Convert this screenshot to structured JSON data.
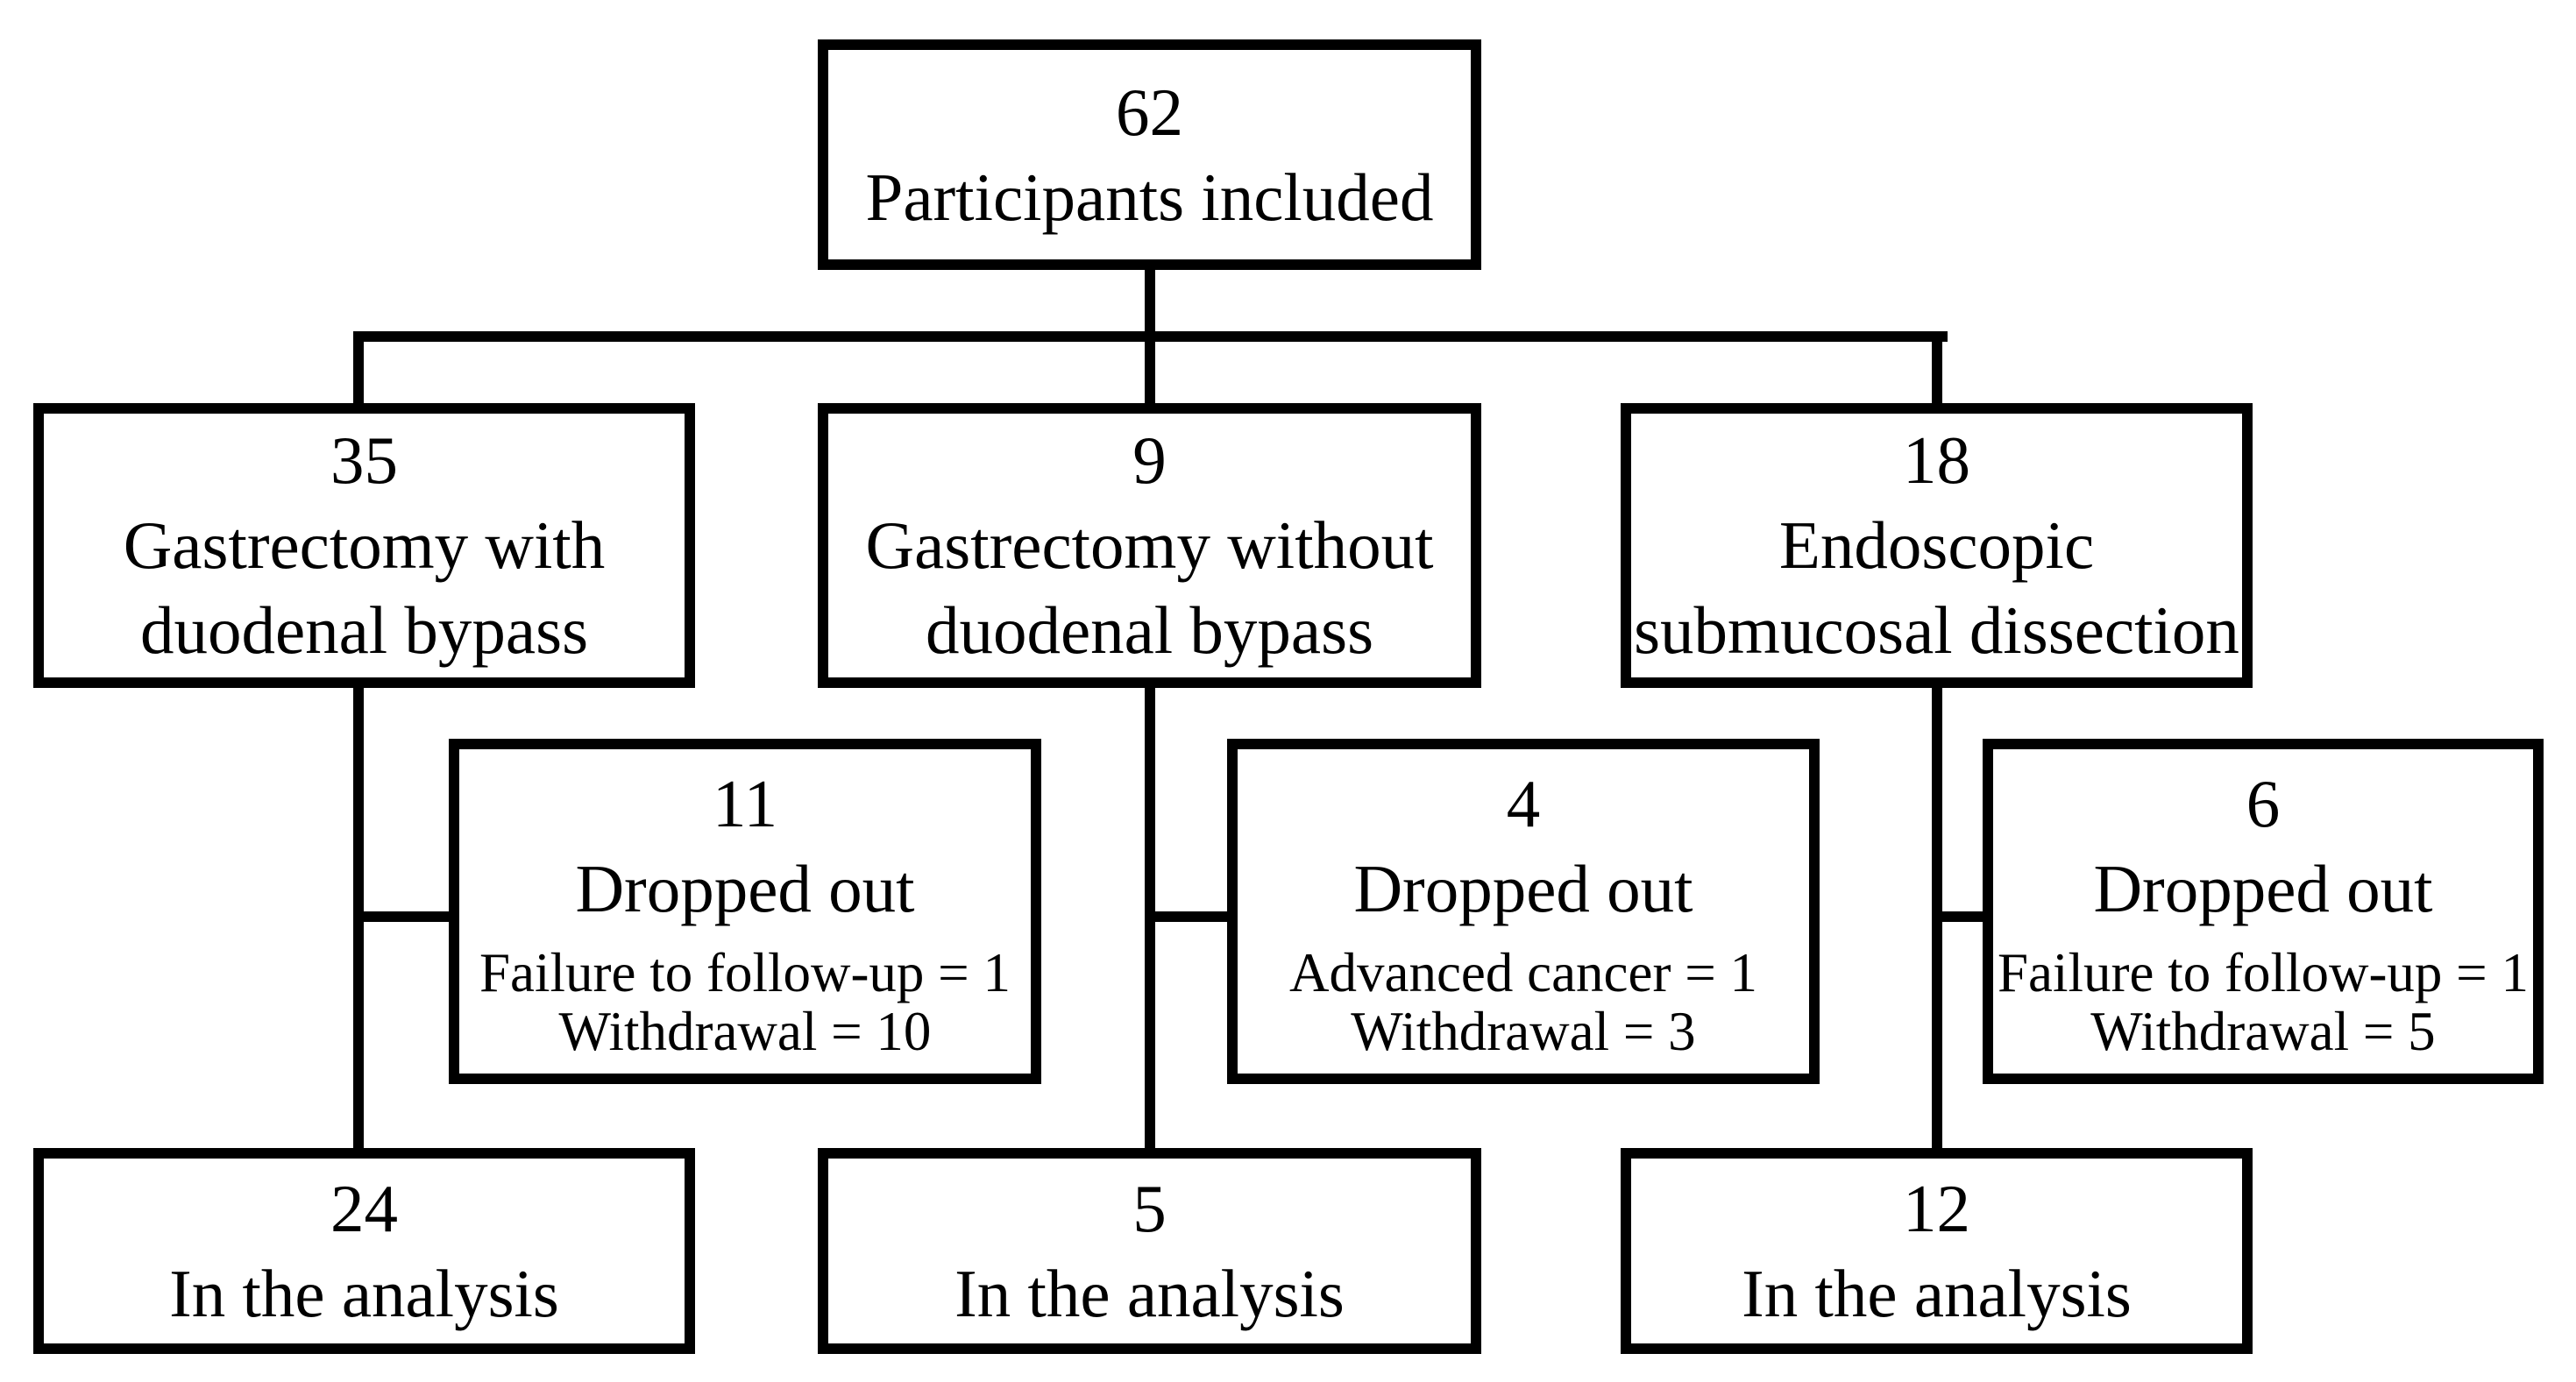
{
  "figure": {
    "type": "participant-flow-diagram",
    "background_color": "#ffffff",
    "line_color": "#000000",
    "text_color": "#000000"
  },
  "top_box": {
    "count": "62",
    "label": "Participants included"
  },
  "branches": [
    {
      "id": "gastrectomy-with-duodenal-bypass",
      "arm": {
        "count": "35",
        "line1": "Gastrectomy with",
        "line2": "duodenal bypass"
      },
      "dropout": {
        "count": "11",
        "label": "Dropped out",
        "reason1": "Failure to follow-up = 1",
        "reason2": "Withdrawal = 10"
      },
      "analysis": {
        "count": "24",
        "label": "In the analysis"
      }
    },
    {
      "id": "gastrectomy-without-duodenal-bypass",
      "arm": {
        "count": "9",
        "line1": "Gastrectomy without",
        "line2": "duodenal bypass"
      },
      "dropout": {
        "count": "4",
        "label": "Dropped out",
        "reason1": "Advanced cancer = 1",
        "reason2": "Withdrawal = 3"
      },
      "analysis": {
        "count": "5",
        "label": "In the analysis"
      }
    },
    {
      "id": "endoscopic-submucosal-dissection",
      "arm": {
        "count": "18",
        "line1": "Endoscopic",
        "line2": "submucosal dissection"
      },
      "dropout": {
        "count": "6",
        "label": "Dropped out",
        "reason1": "Failure to follow-up = 1",
        "reason2": "Withdrawal = 5"
      },
      "analysis": {
        "count": "12",
        "label": "In the analysis"
      }
    }
  ]
}
